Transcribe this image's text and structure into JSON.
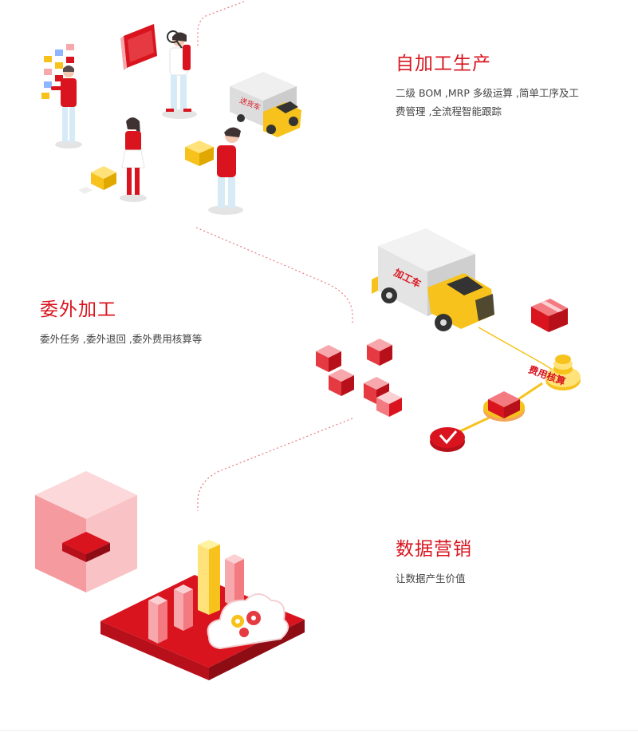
{
  "sections": [
    {
      "title": "自加工生产",
      "desc_line1": "二级 BOM ,MRP 多级运算 ,简单工序及工",
      "desc_line2": "费管理   ,全流程智能跟踪"
    },
    {
      "title": "委外加工",
      "desc_line1": "委外任务   ,委外退回   ,委外费用核算等"
    },
    {
      "title": "数据营销",
      "desc_line1": "让数据产生价值"
    }
  ],
  "labels": {
    "truck_small": "送货车",
    "truck_large": "加工车",
    "cost_badge": "费用核算"
  },
  "colors": {
    "accent": "#d9141e",
    "yellow": "#f6c21b",
    "gray": "#d5d5d5",
    "pink": "#f6a8ad"
  }
}
